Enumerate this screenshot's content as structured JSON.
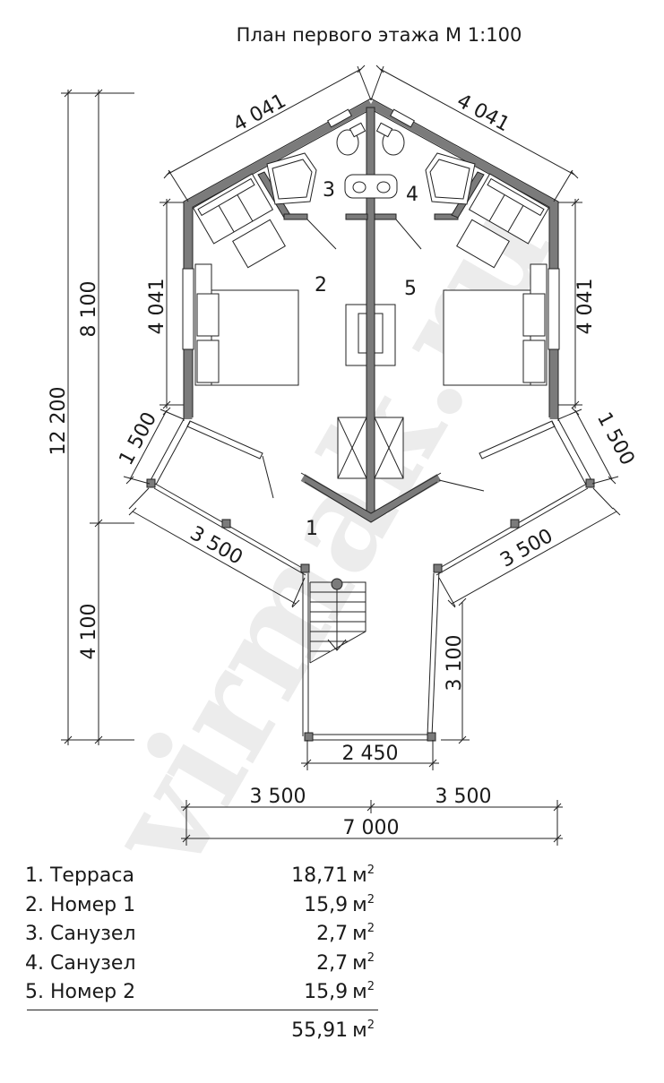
{
  "title": "План первого этажа М 1:100",
  "watermark": "virmak.ru",
  "rooms": [
    {
      "id": "1",
      "label": "1"
    },
    {
      "id": "2",
      "label": "2"
    },
    {
      "id": "3",
      "label": "3"
    },
    {
      "id": "4",
      "label": "4"
    },
    {
      "id": "5",
      "label": "5"
    }
  ],
  "dimensions": {
    "top_left": "4 041",
    "top_right": "4 041",
    "side_left": "4 041",
    "side_right": "4 041",
    "diag_left": "1 500",
    "diag_right": "1 500",
    "terrace_left": "3 500",
    "terrace_right": "3 500",
    "porch_depth": "3 100",
    "porch_width": "2 450",
    "total_height": "12 200",
    "upper_height": "8 100",
    "lower_height": "4 100",
    "half_left": "3 500",
    "half_right": "3 500",
    "total_width": "7 000"
  },
  "legend": [
    {
      "name": "1. Терраса",
      "area": "18,71",
      "unit": "м",
      "exp": "2"
    },
    {
      "name": "2. Номер 1",
      "area": "15,9",
      "unit": "м",
      "exp": "2"
    },
    {
      "name": "3. Санузел",
      "area": "2,7",
      "unit": "м",
      "exp": "2"
    },
    {
      "name": "4. Санузел",
      "area": "2,7",
      "unit": "м",
      "exp": "2"
    },
    {
      "name": "5. Номер 2",
      "area": "15,9",
      "unit": "м",
      "exp": "2"
    }
  ],
  "total": {
    "area": "55,91",
    "unit": "м",
    "exp": "2"
  },
  "colors": {
    "wall": "#7b7b7b",
    "line": "#222222",
    "watermark": "#ececec"
  }
}
